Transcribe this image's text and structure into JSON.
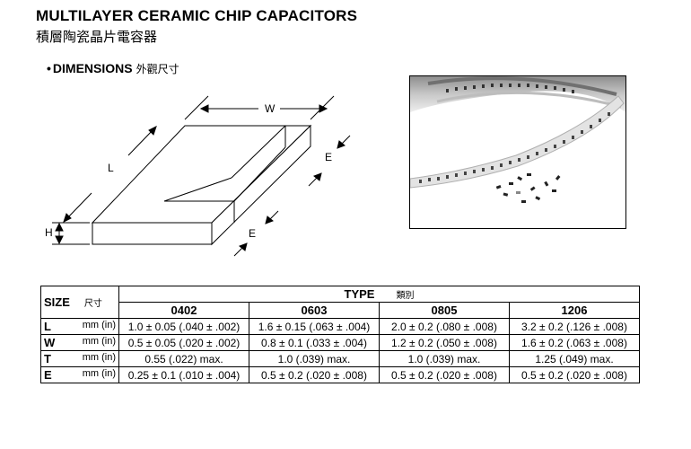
{
  "header": {
    "title": "MULTILAYER CERAMIC CHIP CAPACITORS",
    "subtitle": "積層陶瓷晶片電容器"
  },
  "section": {
    "label": "DIMENSIONS",
    "label_zh": "外觀尺寸"
  },
  "diagram": {
    "labels": {
      "w": "W",
      "l": "L",
      "h": "H",
      "e_right": "E",
      "e_bottom": "E"
    },
    "colors": {
      "outline": "#000000",
      "fill": "#ffffff"
    }
  },
  "photo": {
    "subject": "reel-of-chip-capacitors-photo"
  },
  "table": {
    "size_label": "SIZE",
    "size_label_zh": "尺寸",
    "type_label": "TYPE",
    "type_label_zh": "類別",
    "columns": [
      "0402",
      "0603",
      "0805",
      "1206"
    ],
    "rows": [
      {
        "label": "L",
        "unit": "mm (in)",
        "values": [
          "1.0 ± 0.05 (.040 ± .002)",
          "1.6 ± 0.15 (.063 ± .004)",
          "2.0 ± 0.2 (.080 ± .008)",
          "3.2 ± 0.2 (.126 ± .008)"
        ]
      },
      {
        "label": "W",
        "unit": "mm (in)",
        "values": [
          "0.5 ± 0.05 (.020 ± .002)",
          "0.8 ± 0.1 (.033 ± .004)",
          "1.2 ± 0.2 (.050 ± .008)",
          "1.6 ± 0.2 (.063 ± .008)"
        ]
      },
      {
        "label": "T",
        "unit": "mm (in)",
        "values": [
          "0.55 (.022) max.",
          "1.0 (.039) max.",
          "1.0 (.039) max.",
          "1.25 (.049) max."
        ]
      },
      {
        "label": "E",
        "unit": "mm (in)",
        "values": [
          "0.25 ± 0.1 (.010 ± .004)",
          "0.5 ± 0.2 (.020 ± .008)",
          "0.5 ± 0.2 (.020 ± .008)",
          "0.5 ± 0.2 (.020 ± .008)"
        ]
      }
    ]
  }
}
